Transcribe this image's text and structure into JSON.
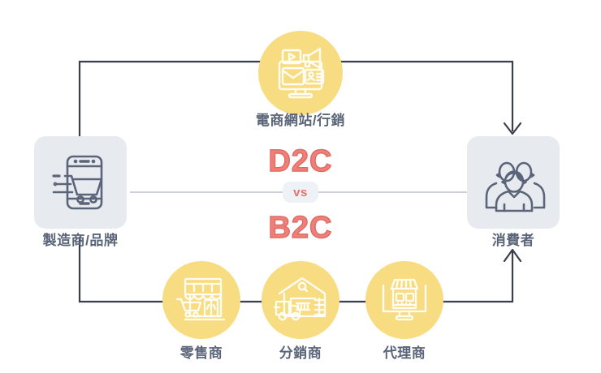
{
  "diagram": {
    "title_center_top": "D2C",
    "title_center_bottom": "B2C",
    "vs_label": "vs",
    "accent_yellow": "#f8dc82",
    "accent_red": "#ef8079",
    "node_bg_gray": "#e7ebf0",
    "label_color": "#5b6579",
    "line_color": "#3a3f4b",
    "divider_color": "#cdd2da"
  },
  "nodes": {
    "source": {
      "label": "製造商/品牌",
      "icon": "smartphone-shopping-cart-icon",
      "shape": "rounded-square"
    },
    "destination": {
      "label": "消費者",
      "icon": "people-group-icon",
      "shape": "rounded-square"
    },
    "direct_channel": {
      "label": "電商網站/行銷",
      "icon": "monitor-marketing-megaphone-icon",
      "shape": "circle"
    },
    "indirect_channels": [
      {
        "label": "零售商",
        "icon": "retail-storefront-icon",
        "shape": "circle"
      },
      {
        "label": "分銷商",
        "icon": "warehouse-delivery-truck-icon",
        "shape": "circle"
      },
      {
        "label": "代理商",
        "icon": "online-shop-monitor-icon",
        "shape": "circle"
      }
    ]
  },
  "flows": [
    {
      "name": "d2c-path",
      "from": "製造商/品牌",
      "via": "電商網站/行銷",
      "to": "消費者",
      "arrow": "down"
    },
    {
      "name": "b2c-path",
      "from": "製造商/品牌",
      "via": "零售商 / 分銷商 / 代理商",
      "to": "消費者",
      "arrow": "up"
    }
  ]
}
